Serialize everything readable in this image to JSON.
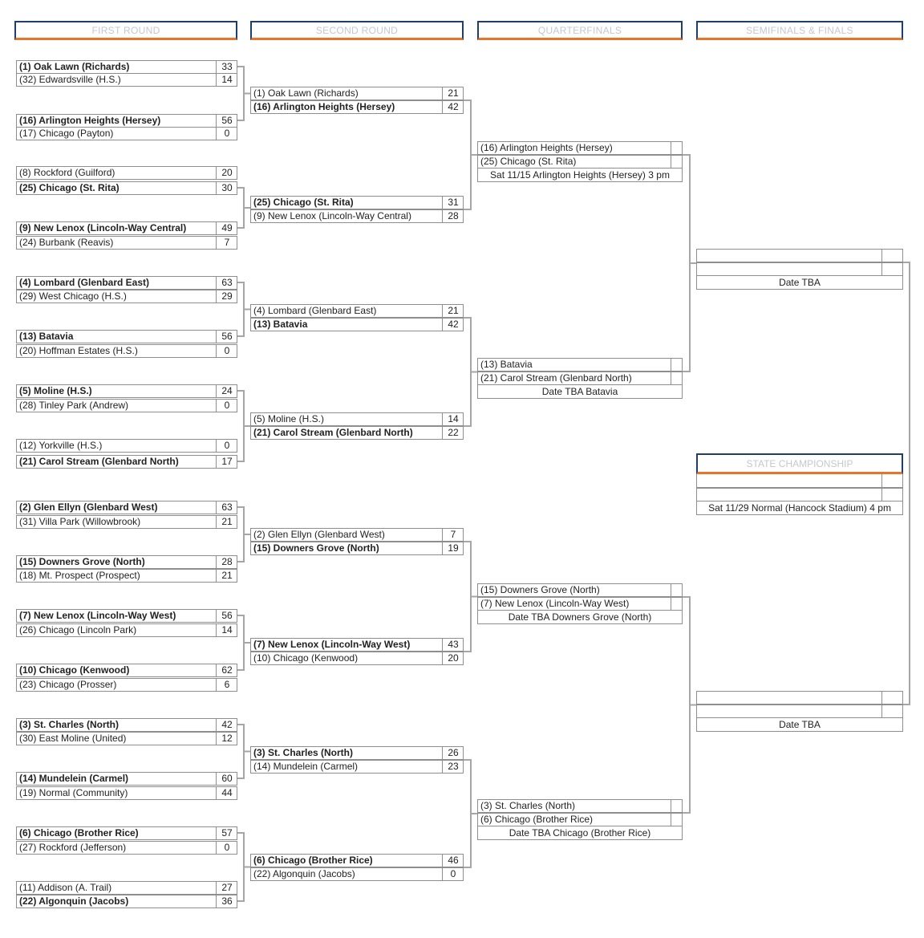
{
  "headers": {
    "first_round": "FIRST ROUND",
    "second_round": "SECOND ROUND",
    "quarterfinals": "QUARTERFINALS",
    "semis_finals": "SEMIFINALS & FINALS"
  },
  "first_round": [
    {
      "teams": [
        {
          "name": "(1) Oak Lawn (Richards)",
          "score": "33",
          "win": true
        },
        {
          "name": "(32) Edwardsville (H.S.)",
          "score": "14",
          "win": false
        }
      ]
    },
    {
      "teams": [
        {
          "name": "(16) Arlington Heights (Hersey)",
          "score": "56",
          "win": true
        },
        {
          "name": "(17) Chicago (Payton)",
          "score": "0",
          "win": false
        }
      ]
    },
    {
      "teams": [
        {
          "name": "(8) Rockford (Guilford)",
          "score": "20",
          "win": false
        },
        {
          "name": "(25) Chicago (St. Rita)",
          "score": "30",
          "win": true
        }
      ]
    },
    {
      "teams": [
        {
          "name": "(9) New Lenox (Lincoln-Way Central)",
          "score": "49",
          "win": true
        },
        {
          "name": "(24) Burbank (Reavis)",
          "score": "7",
          "win": false
        }
      ]
    },
    {
      "teams": [
        {
          "name": "(4) Lombard (Glenbard East)",
          "score": "63",
          "win": true
        },
        {
          "name": "(29) West Chicago (H.S.)",
          "score": "29",
          "win": false
        }
      ]
    },
    {
      "teams": [
        {
          "name": "(13) Batavia",
          "score": "56",
          "win": true
        },
        {
          "name": "(20) Hoffman Estates (H.S.)",
          "score": "0",
          "win": false
        }
      ]
    },
    {
      "teams": [
        {
          "name": "(5) Moline (H.S.)",
          "score": "24",
          "win": true
        },
        {
          "name": "(28) Tinley Park (Andrew)",
          "score": "0",
          "win": false
        }
      ]
    },
    {
      "teams": [
        {
          "name": "(12) Yorkville (H.S.)",
          "score": "0",
          "win": false
        },
        {
          "name": "(21) Carol Stream (Glenbard North)",
          "score": "17",
          "win": true
        }
      ]
    },
    {
      "teams": [
        {
          "name": "(2) Glen Ellyn (Glenbard West)",
          "score": "63",
          "win": true
        },
        {
          "name": "(31) Villa Park (Willowbrook)",
          "score": "21",
          "win": false
        }
      ]
    },
    {
      "teams": [
        {
          "name": "(15) Downers Grove (North)",
          "score": "28",
          "win": true
        },
        {
          "name": "(18) Mt. Prospect (Prospect)",
          "score": "21",
          "win": false
        }
      ]
    },
    {
      "teams": [
        {
          "name": "(7) New Lenox (Lincoln-Way West)",
          "score": "56",
          "win": true
        },
        {
          "name": "(26) Chicago (Lincoln Park)",
          "score": "14",
          "win": false
        }
      ]
    },
    {
      "teams": [
        {
          "name": "(10) Chicago (Kenwood)",
          "score": "62",
          "win": true
        },
        {
          "name": "(23) Chicago (Prosser)",
          "score": "6",
          "win": false
        }
      ]
    },
    {
      "teams": [
        {
          "name": "(3) St. Charles (North)",
          "score": "42",
          "win": true
        },
        {
          "name": "(30) East Moline (United)",
          "score": "12",
          "win": false
        }
      ]
    },
    {
      "teams": [
        {
          "name": "(14) Mundelein (Carmel)",
          "score": "60",
          "win": true
        },
        {
          "name": "(19) Normal (Community)",
          "score": "44",
          "win": false
        }
      ]
    },
    {
      "teams": [
        {
          "name": "(6) Chicago (Brother Rice)",
          "score": "57",
          "win": true
        },
        {
          "name": "(27) Rockford (Jefferson)",
          "score": "0",
          "win": false
        }
      ]
    },
    {
      "teams": [
        {
          "name": "(11) Addison (A. Trail)",
          "score": "27",
          "win": false
        },
        {
          "name": "(22) Algonquin (Jacobs)",
          "score": "36",
          "win": true
        }
      ]
    }
  ],
  "second_round": [
    {
      "teams": [
        {
          "name": "(1) Oak Lawn (Richards)",
          "score": "21",
          "win": false
        },
        {
          "name": "(16) Arlington Heights (Hersey)",
          "score": "42",
          "win": true
        }
      ]
    },
    {
      "teams": [
        {
          "name": "(25) Chicago (St. Rita)",
          "score": "31",
          "win": true
        },
        {
          "name": "(9) New Lenox (Lincoln-Way Central)",
          "score": "28",
          "win": false
        }
      ]
    },
    {
      "teams": [
        {
          "name": "(4) Lombard (Glenbard East)",
          "score": "21",
          "win": false
        },
        {
          "name": "(13) Batavia",
          "score": "42",
          "win": true
        }
      ]
    },
    {
      "teams": [
        {
          "name": "(5) Moline (H.S.)",
          "score": "14",
          "win": false
        },
        {
          "name": "(21) Carol Stream (Glenbard North)",
          "score": "22",
          "win": true
        }
      ]
    },
    {
      "teams": [
        {
          "name": "(2) Glen Ellyn (Glenbard West)",
          "score": "7",
          "win": false
        },
        {
          "name": "(15) Downers Grove (North)",
          "score": "19",
          "win": true
        }
      ]
    },
    {
      "teams": [
        {
          "name": "(7) New Lenox (Lincoln-Way West)",
          "score": "43",
          "win": true
        },
        {
          "name": "(10) Chicago (Kenwood)",
          "score": "20",
          "win": false
        }
      ]
    },
    {
      "teams": [
        {
          "name": "(3) St. Charles (North)",
          "score": "26",
          "win": true
        },
        {
          "name": "(14) Mundelein (Carmel)",
          "score": "23",
          "win": false
        }
      ]
    },
    {
      "teams": [
        {
          "name": "(6) Chicago (Brother Rice)",
          "score": "46",
          "win": true
        },
        {
          "name": "(22) Algonquin (Jacobs)",
          "score": "0",
          "win": false
        }
      ]
    }
  ],
  "quarterfinals": [
    {
      "teams": [
        {
          "name": "(16) Arlington Heights (Hersey)",
          "score": "",
          "win": false
        },
        {
          "name": "(25) Chicago (St. Rita)",
          "score": "",
          "win": false
        }
      ],
      "info": "Sat 11/15 Arlington Heights (Hersey) 3 pm"
    },
    {
      "teams": [
        {
          "name": "(13) Batavia",
          "score": "",
          "win": false
        },
        {
          "name": "(21) Carol Stream (Glenbard North)",
          "score": "",
          "win": false
        }
      ],
      "info": "Date TBA Batavia"
    },
    {
      "teams": [
        {
          "name": "(15) Downers Grove (North)",
          "score": "",
          "win": false
        },
        {
          "name": "(7) New Lenox (Lincoln-Way West)",
          "score": "",
          "win": false
        }
      ],
      "info": "Date TBA Downers Grove (North)"
    },
    {
      "teams": [
        {
          "name": "(3) St. Charles (North)",
          "score": "",
          "win": false
        },
        {
          "name": "(6) Chicago (Brother Rice)",
          "score": "",
          "win": false
        }
      ],
      "info": "Date TBA Chicago (Brother Rice)"
    }
  ],
  "semifinals": [
    {
      "info": "Date TBA"
    },
    {
      "info": "Date TBA"
    }
  ],
  "championship": {
    "header": "STATE CHAMPIONSHIP",
    "info": "Sat 11/29 Normal (Hancock Stadium) 4 pm"
  },
  "colors": {
    "navy": "#1f3f66",
    "orange": "#e8742a",
    "line": "#a6a6a6"
  }
}
